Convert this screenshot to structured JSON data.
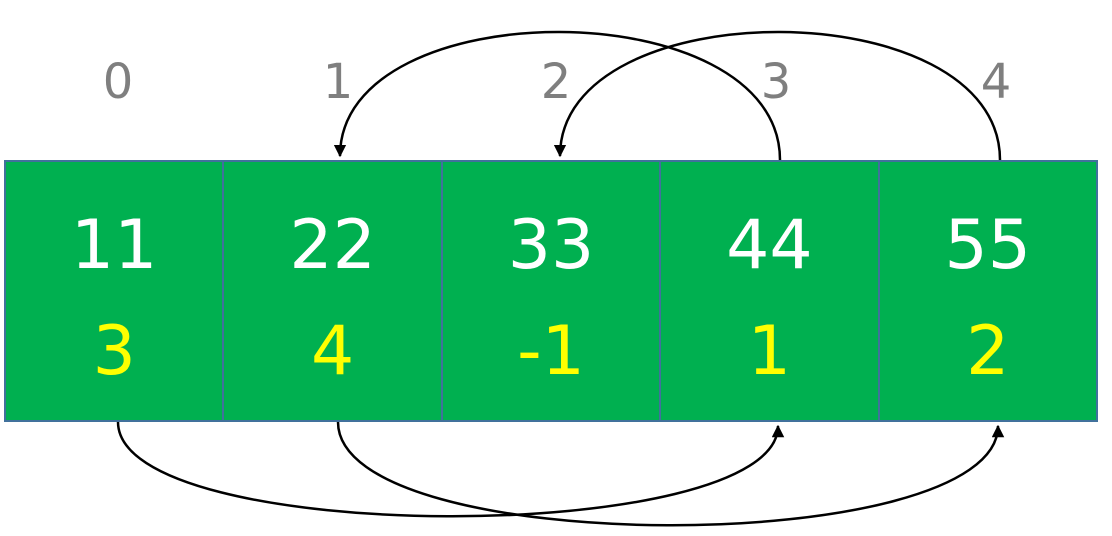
{
  "cells": [
    {
      "index": "0",
      "value": "11",
      "next": "3"
    },
    {
      "index": "1",
      "value": "22",
      "next": "4"
    },
    {
      "index": "2",
      "value": "33",
      "next": "-1"
    },
    {
      "index": "3",
      "value": "44",
      "next": "1"
    },
    {
      "index": "4",
      "value": "55",
      "next": "2"
    }
  ],
  "colors": {
    "cell_fill": "#00b050",
    "cell_border": "#41719c",
    "value_text": "#ffffff",
    "next_text": "#ffff00",
    "index_text": "#7f7f7f",
    "arrow": "#000000"
  },
  "links": [
    {
      "from": 3,
      "to": 1,
      "side": "top"
    },
    {
      "from": 4,
      "to": 2,
      "side": "top"
    },
    {
      "from": 0,
      "to": 3,
      "side": "bottom"
    },
    {
      "from": 1,
      "to": 4,
      "side": "bottom"
    }
  ]
}
